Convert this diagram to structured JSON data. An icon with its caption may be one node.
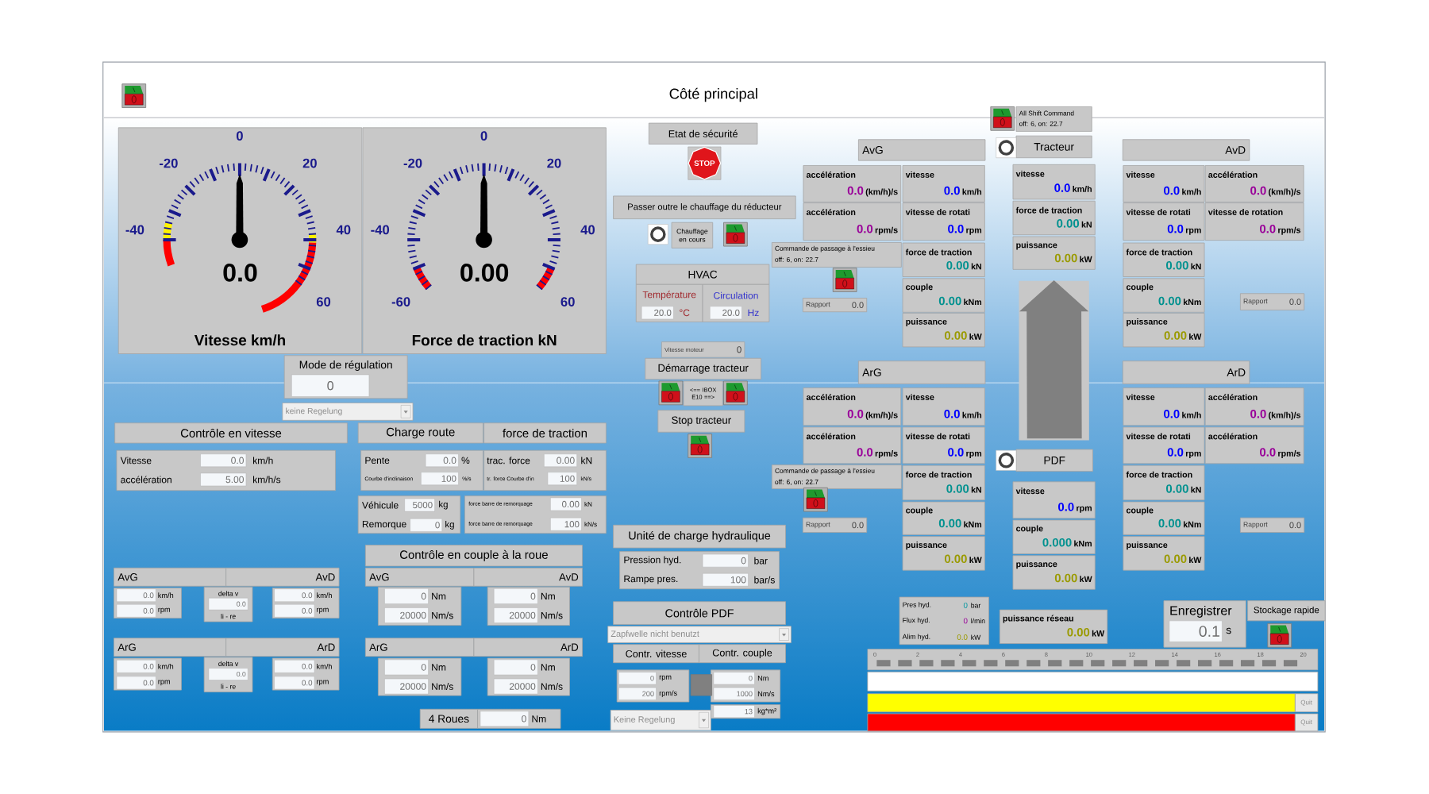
{
  "diagram": {
    "title": "Côté principal",
    "nodes": [
      {
        "text": [
          "0.0",
          "Vitesse km/h"
        ]
      },
      {
        "text": [
          "0.00",
          "Force de traction kN"
        ]
      },
      {
        "text": [
          "Mode de régulation",
          "0"
        ]
      },
      {
        "text": [
          "keine Regelung"
        ]
      },
      {
        "text": [
          "Contrôle en vitesse"
        ]
      },
      {
        "text": [
          "Vitesse",
          "0.0",
          "km/h",
          "accélération",
          "5.00",
          "km/h/s"
        ]
      },
      {
        "text": [
          "Charge route"
        ]
      },
      {
        "text": [
          "force de traction"
        ]
      },
      {
        "text": [
          "Pente",
          "0.0",
          "%",
          "Courbe d'inclinaison",
          "100",
          "%/s"
        ]
      },
      {
        "text": [
          "trac. force",
          "0.00",
          "kN",
          "tr. force Courbe d'in",
          "100",
          "kN/s"
        ]
      },
      {
        "text": [
          "Véhicule",
          "5000",
          "kg",
          "Remorque",
          "0",
          "kg"
        ]
      },
      {
        "text": [
          "force barre de remorquage",
          "0.00",
          "kN",
          "force barre de remorquage",
          "100",
          "kN/s"
        ]
      },
      {
        "text": [
          "AvG"
        ]
      },
      {
        "text": [
          "AvD"
        ]
      },
      {
        "text": [
          "0.0",
          "km/h",
          "0.0",
          "rpm"
        ]
      },
      {
        "text": [
          "delta v",
          "0.0",
          "li - re"
        ]
      },
      {
        "text": [
          "0.0",
          "km/h",
          "0.0",
          "rpm"
        ]
      },
      {
        "text": [
          "ArG"
        ]
      },
      {
        "text": [
          "ArD"
        ]
      },
      {
        "text": [
          "0.0",
          "km/h",
          "0.0",
          "rpm"
        ]
      },
      {
        "text": [
          "delta v",
          "0.0",
          "li - re"
        ]
      },
      {
        "text": [
          "0.0",
          "km/h",
          "0.0",
          "rpm"
        ]
      },
      {
        "text": [
          "Contrôle en couple à la roue"
        ]
      },
      {
        "text": [
          "AvG"
        ]
      },
      {
        "text": [
          "AvD"
        ]
      },
      {
        "text": [
          "0",
          "Nm",
          "20000",
          "Nm/s"
        ]
      },
      {
        "text": [
          "0",
          "Nm",
          "20000",
          "Nm/s"
        ]
      },
      {
        "text": [
          "ArG"
        ]
      },
      {
        "text": [
          "ArD"
        ]
      },
      {
        "text": [
          "0",
          "Nm",
          "20000",
          "Nm/s"
        ]
      },
      {
        "text": [
          "0",
          "Nm",
          "20000",
          "Nm/s"
        ]
      },
      {
        "text": [
          "4 Roues"
        ]
      },
      {
        "text": [
          "0",
          "Nm"
        ]
      },
      {
        "text": [
          "Etat de sécurité"
        ]
      },
      {
        "text": [
          "STOP"
        ]
      },
      {
        "text": [
          "Passer outre le chauffage du réducteur"
        ]
      },
      {
        "text": [
          "Chauffage en cours"
        ]
      },
      {
        "text": [
          "HVAC"
        ]
      },
      {
        "text": [
          "Température",
          "20.0",
          "°C"
        ]
      },
      {
        "text": [
          "Circulation",
          "20.0",
          "Hz"
        ]
      },
      {
        "text": [
          "Vitesse moteur",
          "0"
        ]
      },
      {
        "text": [
          "Démarrage tracteur"
        ]
      },
      {
        "text": [
          "<== IBOX E10 ==>"
        ]
      },
      {
        "text": [
          "Stop tracteur"
        ]
      },
      {
        "text": [
          "Unité de charge hydraulique"
        ]
      },
      {
        "text": [
          "Pression hyd.",
          "0",
          "bar",
          "Rampe pres.",
          "100",
          "bar/s"
        ]
      },
      {
        "text": [
          "Contrôle PDF"
        ]
      },
      {
        "text": [
          "Zapfwelle nicht benutzt"
        ]
      },
      {
        "text": [
          "Contr. vitesse"
        ]
      },
      {
        "text": [
          "Contr. couple"
        ]
      },
      {
        "text": [
          "0",
          "rpm",
          "200",
          "rpm/s"
        ]
      },
      {
        "text": [
          "0",
          "Nm",
          "1000",
          "Nm/s"
        ]
      },
      {
        "text": [
          "13",
          "kg*m²"
        ]
      },
      {
        "text": [
          "Keine Regelung"
        ]
      },
      {
        "text": [
          "All Shift Command",
          "off: 6, on: 22.7"
        ]
      },
      {
        "text": [
          "Tracteur"
        ]
      },
      {
        "text": [
          "AvG"
        ]
      },
      {
        "text": [
          "accélération",
          "0.0",
          "(km/h)/s"
        ]
      },
      {
        "text": [
          "vitesse",
          "0.0",
          "km/h"
        ]
      },
      {
        "text": [
          "accélération",
          "0.0",
          "rpm/s"
        ]
      },
      {
        "text": [
          "vitesse de rotati",
          "0.0",
          "rpm"
        ]
      },
      {
        "text": [
          "Commande de passage à l'essieu",
          "off: 6, on: 22.7"
        ]
      },
      {
        "text": [
          "force de traction",
          "0.00",
          "kN"
        ]
      },
      {
        "text": [
          "Rapport",
          "0.0"
        ]
      },
      {
        "text": [
          "couple",
          "0.00",
          "kNm"
        ]
      },
      {
        "text": [
          "puissance",
          "0.00",
          "kW"
        ]
      },
      {
        "text": [
          "vitesse",
          "0.0",
          "km/h"
        ]
      },
      {
        "text": [
          "force de traction",
          "0.00",
          "kN"
        ]
      },
      {
        "text": [
          "puissance",
          "0.00",
          "kW"
        ]
      },
      {
        "text": [
          "AvD"
        ]
      },
      {
        "text": [
          "vitesse",
          "0.0",
          "km/h"
        ]
      },
      {
        "text": [
          "accélération",
          "0.0",
          "(km/h)/s"
        ]
      },
      {
        "text": [
          "vitesse de rotati",
          "0.0",
          "rpm"
        ]
      },
      {
        "text": [
          "vitesse de rotation",
          "0.0",
          "rpm/s"
        ]
      },
      {
        "text": [
          "force de traction",
          "0.00",
          "kN"
        ]
      },
      {
        "text": [
          "Rapport",
          "0.0"
        ]
      },
      {
        "text": [
          "couple",
          "0.00",
          "kNm"
        ]
      },
      {
        "text": [
          "puissance",
          "0.00",
          "kW"
        ]
      },
      {
        "text": [
          "ArG"
        ]
      },
      {
        "text": [
          "accélération",
          "0.0",
          "(km/h)/s"
        ]
      },
      {
        "text": [
          "vitesse",
          "0.0",
          "km/h"
        ]
      },
      {
        "text": [
          "accélération",
          "0.0",
          "rpm/s"
        ]
      },
      {
        "text": [
          "vitesse de rotati",
          "0.0",
          "rpm"
        ]
      },
      {
        "text": [
          "Commande de passage à l'essieu",
          "off: 6, on: 22.7"
        ]
      },
      {
        "text": [
          "force de traction",
          "0.00",
          "kN"
        ]
      },
      {
        "text": [
          "Rapport",
          "0.0"
        ]
      },
      {
        "text": [
          "couple",
          "0.00",
          "kNm"
        ]
      },
      {
        "text": [
          "puissance",
          "0.00",
          "kW"
        ]
      },
      {
        "text": [
          "PDF"
        ]
      },
      {
        "text": [
          "vitesse",
          "0.0",
          "rpm"
        ]
      },
      {
        "text": [
          "couple",
          "0.000",
          "kNm"
        ]
      },
      {
        "text": [
          "puissance",
          "0.00",
          "kW"
        ]
      },
      {
        "text": [
          "ArD"
        ]
      },
      {
        "text": [
          "vitesse",
          "0.0",
          "km/h"
        ]
      },
      {
        "text": [
          "accélération",
          "0.0",
          "(km/h)/s"
        ]
      },
      {
        "text": [
          "vitesse de rotati",
          "0.0",
          "rpm"
        ]
      },
      {
        "text": [
          "accélération",
          "0.0",
          "rpm/s"
        ]
      },
      {
        "text": [
          "force de traction",
          "0.00",
          "kN"
        ]
      },
      {
        "text": [
          "Rapport",
          "0.0"
        ]
      },
      {
        "text": [
          "couple",
          "0.00",
          "kNm"
        ]
      },
      {
        "text": [
          "puissance",
          "0.00",
          "kW"
        ]
      },
      {
        "text": [
          "Pres hyd.",
          "0",
          "bar",
          "Flux hyd.",
          "0",
          "l/min",
          "Alim hyd.",
          "0.0",
          "kW"
        ]
      },
      {
        "text": [
          "puissance réseau",
          "0.00",
          "kW"
        ]
      },
      {
        "text": [
          "Enregistrer",
          "0.1",
          "s"
        ]
      },
      {
        "text": [
          "Stockage rapide"
        ]
      },
      {
        "text": [
          "Quit"
        ]
      },
      {
        "text": [
          "Quit"
        ]
      },
      {
        "text": [],
        "shape": "bar"
      },
      {
        "text": [],
        "shape": "bar"
      },
      {
        "text": [],
        "shape": "bar"
      }
    ],
    "edges": [
      {
        "from": 88,
        "to": 68,
        "arrow": "to",
        "style": "thick"
      }
    ],
    "labels": [
      "0",
      "-20",
      "20",
      "-40",
      "40",
      "60",
      "0",
      "-20",
      "20",
      "-40",
      "40",
      "-60",
      "60",
      "0",
      "2",
      "4",
      "6",
      "8",
      "10",
      "12",
      "14",
      "16",
      "18",
      "20"
    ]
  }
}
